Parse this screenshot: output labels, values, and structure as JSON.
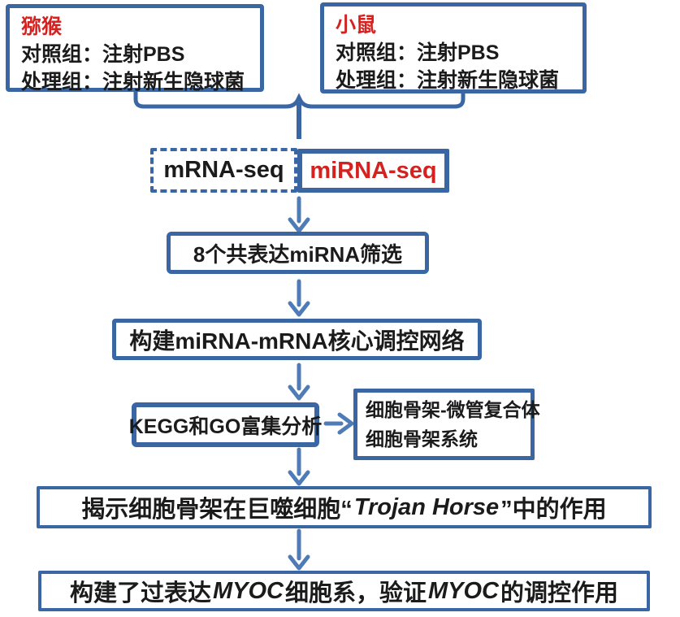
{
  "colors": {
    "border_blue": "#3a67a4",
    "arrow_blue": "#4f7cb6",
    "accent_red": "#d32220",
    "text_black": "#1b1b1b"
  },
  "top_row": {
    "monkey_box": {
      "title": "猕猴",
      "control_line": "对照组：注射PBS",
      "treatment_line": "处理组：注射新生隐球菌"
    },
    "mouse_box": {
      "title": "小鼠",
      "control_line": "对照组：注射PBS",
      "treatment_line": "处理组：注射新生隐球菌"
    }
  },
  "seq_row": {
    "mrna_label": "mRNA-seq",
    "mirna_label": "miRNA-seq"
  },
  "flow": {
    "screen_label": "8个共表达miRNA筛选",
    "network_label": "构建miRNA-mRNA核心调控网络",
    "kegg_label": "KEGG和GO富集分析",
    "side_box": {
      "line1": "细胞骨架-微管复合体",
      "line2": "细胞骨架系统"
    },
    "trojan_box": {
      "prefix": "揭示细胞骨架在巨噬细胞“",
      "italic": "Trojan Horse",
      "suffix": "”中的作用"
    },
    "myoc_box": {
      "prefix": "构建了过表达",
      "gene1": "MYOC",
      "middle": "细胞系，验证",
      "gene2": "MYOC",
      "suffix": "的调控作用"
    }
  }
}
